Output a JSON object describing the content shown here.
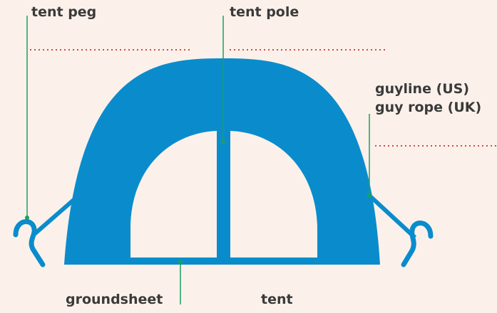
{
  "labels": {
    "tent_peg": "tent peg",
    "tent_pole": "tent pole",
    "guyline_us": "guyline (US)",
    "guy_rope_uk": "guy rope (UK)",
    "groundsheet": "groundsheet",
    "tent": "tent"
  },
  "colors": {
    "background": "#fbf1ea",
    "tent": "#0a8ccc",
    "leader_line": "#1aa063",
    "dotted_guide": "#d8463f",
    "text": "#3a3a3a"
  },
  "icons": {
    "tent": "dome-tent-icon",
    "peg": "tent-peg-icon"
  }
}
